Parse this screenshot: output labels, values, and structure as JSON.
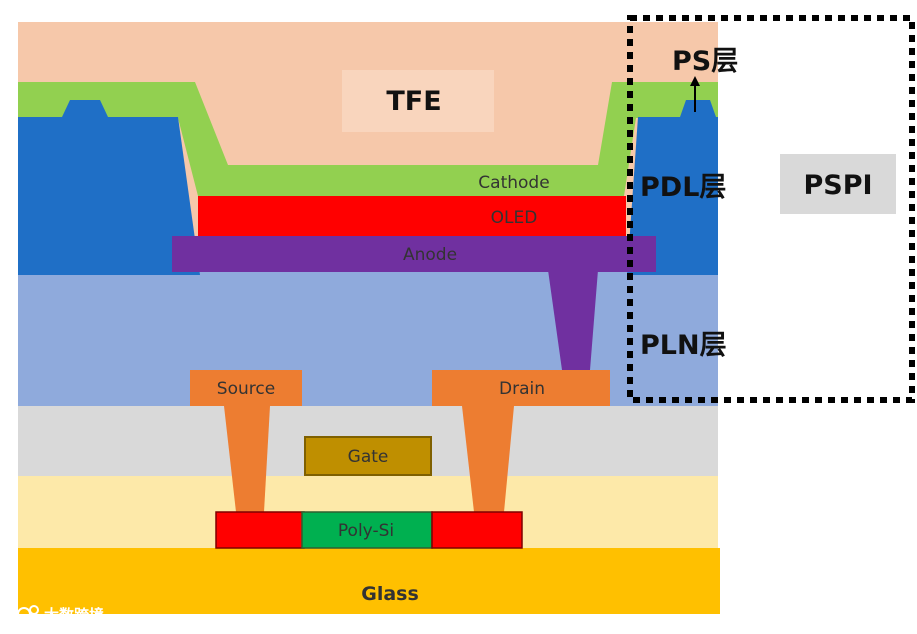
{
  "layers": {
    "tfe": "TFE",
    "cathode": "Cathode",
    "oled": "OLED",
    "anode": "Anode",
    "source": "Source",
    "drain": "Drain",
    "gate": "Gate",
    "poly_si": "Poly-Si",
    "glass": "Glass"
  },
  "callouts": {
    "ps": "PS层",
    "pdl": "PDL层",
    "pln": "PLN层",
    "pspi": "PSPI"
  },
  "watermark": "大数跨境",
  "colors": {
    "tfe": "#f6c8aa",
    "cathode": "#92d050",
    "oled": "#ff0000",
    "anode": "#7030a0",
    "pdl": "#1f6fc6",
    "pln": "#8faadc",
    "metal": "#ed7d31",
    "gate_metal": "#bf8f00",
    "poly_si": "#00b050",
    "glass": "#ffc000"
  }
}
